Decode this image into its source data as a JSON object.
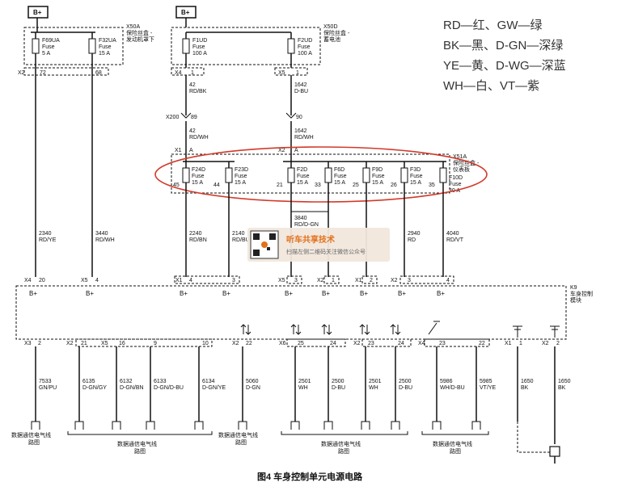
{
  "supply": {
    "left_label": "B+",
    "right_label": "B+"
  },
  "fuse_box_engine": {
    "id": "X50A",
    "name_l1": "保险丝盒 -",
    "name_l2": "发动机罩下"
  },
  "fuse_box_battery": {
    "id": "X50D",
    "name_l1": "保险丝盒 -",
    "name_l2": "蓄电池"
  },
  "fuse_box_ip": {
    "id": "X51A",
    "name_l1": "保险丝盒 -",
    "name_l2": "仪表板"
  },
  "fuses_engine": [
    {
      "name": "F69UA",
      "type": "Fuse",
      "rating": "5 A"
    },
    {
      "name": "F32UA",
      "type": "Fuse",
      "rating": "15 A"
    }
  ],
  "fuses_battery": [
    {
      "name": "F1UD",
      "type": "Fuse",
      "rating": "100 A"
    },
    {
      "name": "F2UD",
      "type": "Fuse",
      "rating": "100 A"
    }
  ],
  "fuses_ip": [
    {
      "name": "F24D",
      "type": "Fuse",
      "rating": "15 A",
      "pin": "45"
    },
    {
      "name": "F23D",
      "type": "Fuse",
      "rating": "15 A",
      "pin": "44"
    },
    {
      "name": "F2D",
      "type": "Fuse",
      "rating": "15 A",
      "pin": "21"
    },
    {
      "name": "F6D",
      "type": "Fuse",
      "rating": "15 A",
      "pin": "33"
    },
    {
      "name": "F9D",
      "type": "Fuse",
      "rating": "15 A",
      "pin": "25"
    },
    {
      "name": "F3D",
      "type": "Fuse",
      "rating": "15 A",
      "pin": "26"
    },
    {
      "name": "F10D",
      "type": "Fuse",
      "rating": "30 A",
      "pin": "35"
    }
  ],
  "top_connectors": {
    "x2": "X2",
    "x2_p1": "72",
    "x2_p2": "68",
    "x4": "X4",
    "x4_p": "1",
    "x5": "X5",
    "x5_p": "1"
  },
  "upper_wires": [
    {
      "circuit": "42",
      "color": "RD/BK"
    },
    {
      "circuit": "1642",
      "color": "D-BU"
    }
  ],
  "x200": {
    "label": "X200",
    "pin_a": "89",
    "pin_b": "90"
  },
  "mid_wires": [
    {
      "circuit": "42",
      "color": "RD/WH"
    },
    {
      "circuit": "1642",
      "color": "RD/WH"
    }
  ],
  "x1_ip": {
    "label": "X1",
    "pin": "A"
  },
  "x2_ip": {
    "label": "X2",
    "pin": "A"
  },
  "feed_wires": [
    {
      "circuit": "2340",
      "color": "RD/YE"
    },
    {
      "circuit": "3440",
      "color": "RD/WH"
    },
    {
      "circuit": "2240",
      "color": "RD/BN"
    },
    {
      "circuit": "2140",
      "color": "RD/BU"
    },
    {
      "circuit": "3840",
      "color": "RD/D-GN"
    },
    {
      "circuit": "2940",
      "color": "RD"
    },
    {
      "circuit": "4040",
      "color": "RD/VT"
    }
  ],
  "module": {
    "id": "K9",
    "name_l1": "车身控制",
    "name_l2": "模块"
  },
  "module_inputs": [
    {
      "conn": "X4",
      "pin": "20",
      "label": "B+"
    },
    {
      "conn": "X5",
      "pin": "4",
      "label": "B+"
    },
    {
      "conn": "X1",
      "pin": "4",
      "label": "B+"
    },
    {
      "conn": "",
      "pin": "3",
      "label": "B+"
    },
    {
      "conn": "X5",
      "pin": "3",
      "label": "B+"
    },
    {
      "conn": "X2",
      "pin": "1",
      "label": "B+"
    },
    {
      "conn": "X1",
      "pin": "2",
      "label": "B+"
    },
    {
      "conn": "X2",
      "pin": "3",
      "label": "B+"
    },
    {
      "conn": "",
      "pin": "4",
      "label": "B+"
    }
  ],
  "bottom_pins": [
    {
      "conn": "X3",
      "pin": "2"
    },
    {
      "conn": "X2",
      "pin": "21"
    },
    {
      "conn": "X5",
      "pin": "16"
    },
    {
      "conn": "",
      "pin": "9"
    },
    {
      "conn": "",
      "pin": "10"
    },
    {
      "conn": "X2",
      "pin": "22"
    },
    {
      "conn": "X6",
      "pin": "25"
    },
    {
      "conn": "",
      "pin": "24"
    },
    {
      "conn": "X2",
      "pin": "23"
    },
    {
      "conn": "",
      "pin": "24"
    },
    {
      "conn": "X4",
      "pin": "23"
    },
    {
      "conn": "",
      "pin": "22"
    },
    {
      "conn": "X1",
      "pin": "1"
    },
    {
      "conn": "X2",
      "pin": "2"
    }
  ],
  "bottom_wires": [
    {
      "circuit": "7533",
      "color": "GN/PU"
    },
    {
      "circuit": "6135",
      "color": "D-GN/GY"
    },
    {
      "circuit": "6132",
      "color": "D-GN/BN"
    },
    {
      "circuit": "6133",
      "color": "D-GN/D-BU"
    },
    {
      "circuit": "6134",
      "color": "D-GN/YE"
    },
    {
      "circuit": "5060",
      "color": "D-GN"
    },
    {
      "circuit": "2501",
      "color": "WH"
    },
    {
      "circuit": "2500",
      "color": "D-BU"
    },
    {
      "circuit": "2501",
      "color": "WH"
    },
    {
      "circuit": "2500",
      "color": "D-BU"
    },
    {
      "circuit": "5986",
      "color": "WH/D-BU"
    },
    {
      "circuit": "5985",
      "color": "VT/YE"
    },
    {
      "circuit": "1650",
      "color": "BK"
    },
    {
      "circuit": "1650",
      "color": "BK"
    }
  ],
  "refs": [
    {
      "l1": "数据通信电气线",
      "l2": "路图"
    },
    {
      "l1": "数据通信电气线",
      "l2": "路图"
    },
    {
      "l1": "数据通信电气线",
      "l2": "路图"
    },
    {
      "l1": "数据通信电气线",
      "l2": "路图"
    },
    {
      "l1": "数据通信电气线",
      "l2": "路图"
    }
  ],
  "legend": [
    "RD—红、GW—绿",
    "BK—黑、D-GN—深绿",
    "YE—黄、D-WG—深蓝",
    "WH—白、VT—紫"
  ],
  "watermark": {
    "title": "听车共享技术",
    "subtitle": "扫描左侧二维码关注微信公众号"
  },
  "caption": "图4 车身控制单元电源电路",
  "colors": {
    "highlight": "#d23a2a",
    "watermark": "#e2711c",
    "line": "#111111"
  }
}
